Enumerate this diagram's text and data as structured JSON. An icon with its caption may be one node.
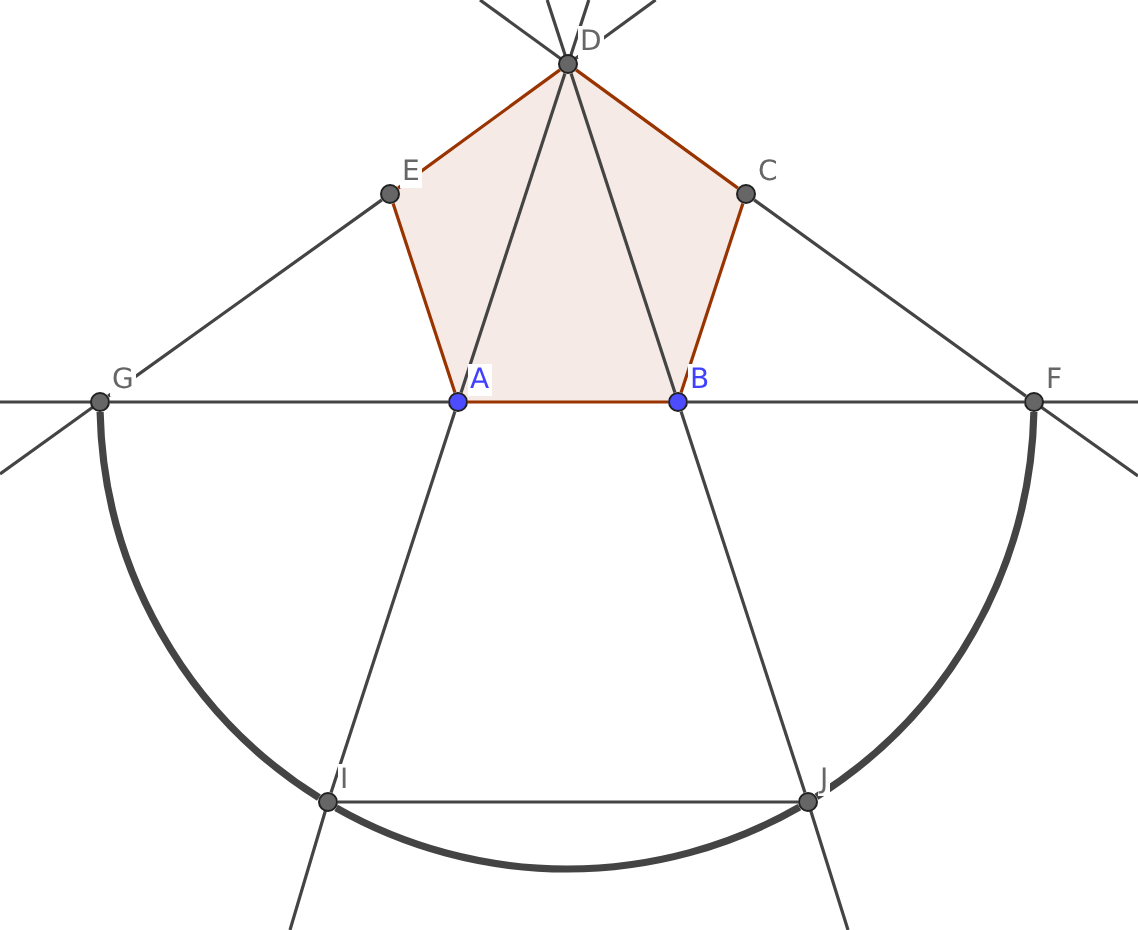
{
  "diagram": {
    "nodes": [
      {
        "text": [
          "D"
        ]
      },
      {
        "text": [
          "E"
        ]
      },
      {
        "text": [
          "C"
        ]
      },
      {
        "text": [
          "G"
        ]
      },
      {
        "text": [
          "A"
        ]
      },
      {
        "text": [
          "B"
        ]
      },
      {
        "text": [
          "F"
        ]
      },
      {
        "text": [
          "I"
        ]
      },
      {
        "text": [
          "J"
        ]
      }
    ],
    "edges": [
      {
        "from": 4,
        "to": 5,
        "arrow": "none",
        "color": "#993300"
      },
      {
        "from": 5,
        "to": 2,
        "arrow": "none",
        "color": "#993300"
      },
      {
        "from": 2,
        "to": 0,
        "arrow": "none",
        "color": "#993300"
      },
      {
        "from": 0,
        "to": 1,
        "arrow": "none",
        "color": "#993300"
      },
      {
        "from": 1,
        "to": 4,
        "arrow": "none",
        "color": "#993300"
      },
      {
        "from": 3,
        "to": 1,
        "arrow": "none"
      },
      {
        "from": 2,
        "to": 6,
        "arrow": "none"
      },
      {
        "from": 3,
        "to": 4,
        "arrow": "none"
      },
      {
        "from": 5,
        "to": 6,
        "arrow": "none"
      },
      {
        "from": 0,
        "to": 4,
        "arrow": "none"
      },
      {
        "from": 4,
        "to": 7,
        "arrow": "none"
      },
      {
        "from": 0,
        "to": 5,
        "arrow": "none"
      },
      {
        "from": 5,
        "to": 8,
        "arrow": "none"
      },
      {
        "from": 7,
        "to": 8,
        "arrow": "none"
      },
      {
        "from": 3,
        "to": 7,
        "arrow": "none",
        "style": "thick"
      },
      {
        "from": 7,
        "to": 8,
        "arrow": "none",
        "style": "thick"
      },
      {
        "from": 8,
        "to": 6,
        "arrow": "none",
        "style": "thick"
      }
    ]
  }
}
